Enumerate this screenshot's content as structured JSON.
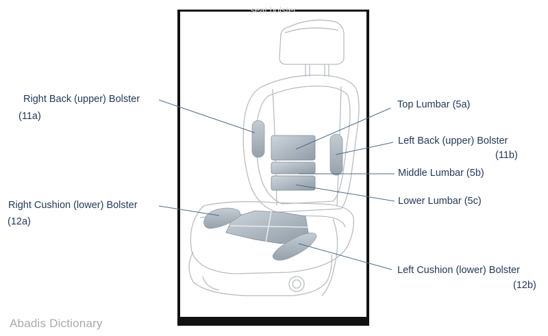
{
  "figure": {
    "title": "seat bolster",
    "watermark": "Abadis Dictionary"
  },
  "colors": {
    "label_text": "#22385a",
    "leader_line": "#4a6a8a",
    "outline": "#b8bcc0",
    "pad_fill": "#b9c3cc",
    "pad_dark": "#8e9aa5"
  },
  "callouts": [
    {
      "id": "right-back-bolster",
      "name": "Right Back (upper) Bolster",
      "code": "(11a)"
    },
    {
      "id": "top-lumbar",
      "name": "Top Lumbar (5a)",
      "code": ""
    },
    {
      "id": "left-back-bolster",
      "name": "Left Back (upper) Bolster",
      "code": "(11b)"
    },
    {
      "id": "middle-lumbar",
      "name": "Middle Lumbar (5b)",
      "code": ""
    },
    {
      "id": "lower-lumbar",
      "name": "Lower Lumbar (5c)",
      "code": ""
    },
    {
      "id": "right-cushion-bolster",
      "name": "Right Cushion (lower) Bolster",
      "code": "(12a)"
    },
    {
      "id": "left-cushion-bolster",
      "name": "Left Cushion (lower) Bolster",
      "code": "(12b)"
    }
  ]
}
